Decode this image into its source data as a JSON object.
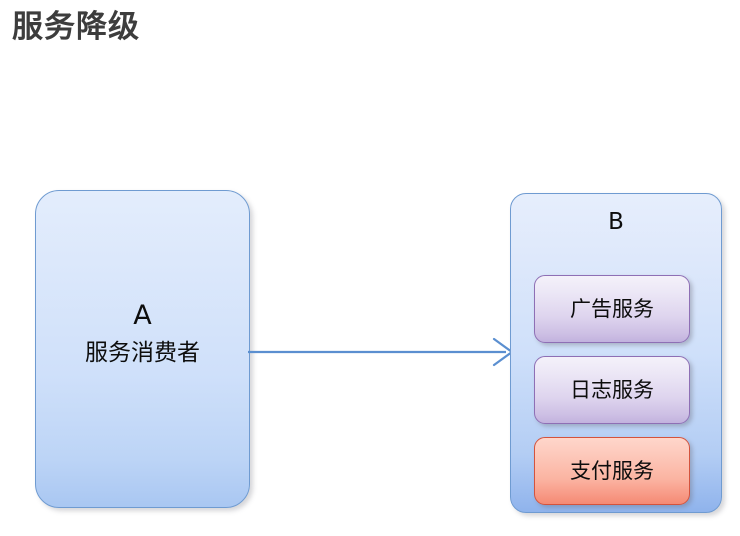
{
  "page": {
    "title": "服务降级",
    "background": "#ffffff"
  },
  "diagram": {
    "consumer": {
      "letter": "A",
      "label": "服务消费者",
      "border_color": "#6f9bd1",
      "fill_top": "#e3edfc",
      "fill_bottom": "#a9c7f2"
    },
    "provider": {
      "letter": "B",
      "border_color": "#6f9bd1",
      "fill_top": "#e6eefc",
      "fill_bottom": "#8fb3ec",
      "services": [
        {
          "label": "广告服务",
          "state": "normal",
          "border_color": "#8e6fb5",
          "fill_top": "#f4f1fa",
          "fill_bottom": "#c2b2de"
        },
        {
          "label": "日志服务",
          "state": "normal",
          "border_color": "#8e6fb5",
          "fill_top": "#f4f1fa",
          "fill_bottom": "#c2b2de"
        },
        {
          "label": "支付服务",
          "state": "highlighted",
          "border_color": "#d4533d",
          "fill_top": "#ffd6cb",
          "fill_bottom": "#f58a74"
        }
      ]
    },
    "connector": {
      "from": "A",
      "to": "B",
      "color": "#5b8fd0",
      "style": "open-arrow"
    }
  }
}
